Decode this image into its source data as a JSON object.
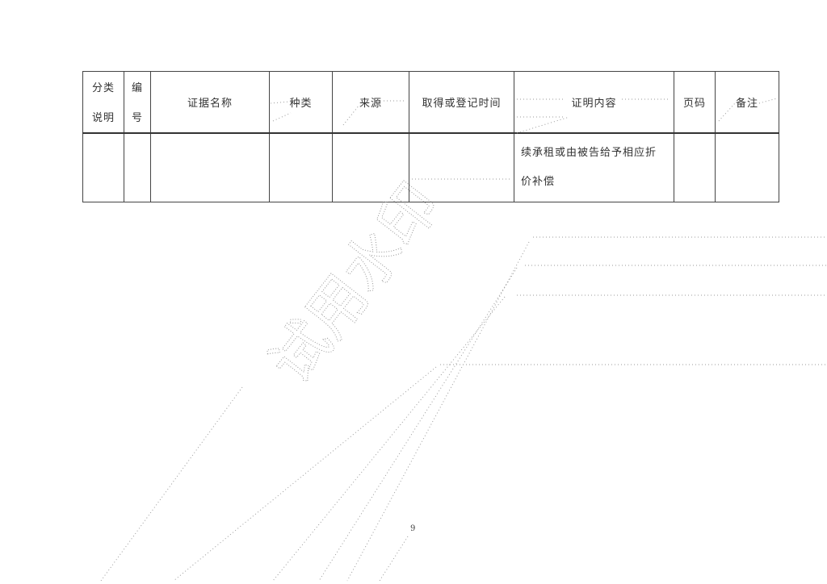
{
  "table": {
    "headers": {
      "category": [
        "分类",
        "说明"
      ],
      "number": [
        "编",
        "号"
      ],
      "evidence_name": "证据名称",
      "type": "种类",
      "source": "来源",
      "obtain_time": "取得或登记时间",
      "proof_content": "证明内容",
      "page": "页码",
      "remarks": "备注"
    },
    "rows": [
      {
        "category": "",
        "number": "",
        "evidence_name": "",
        "type": "",
        "source": "",
        "obtain_time": "",
        "proof_content_line1": "续承租或由被告给予相应折",
        "proof_content_line2": "价补偿",
        "page": "",
        "remarks": ""
      }
    ]
  },
  "watermark": {
    "text": "试用水印"
  },
  "footer": {
    "page_number": "9"
  }
}
